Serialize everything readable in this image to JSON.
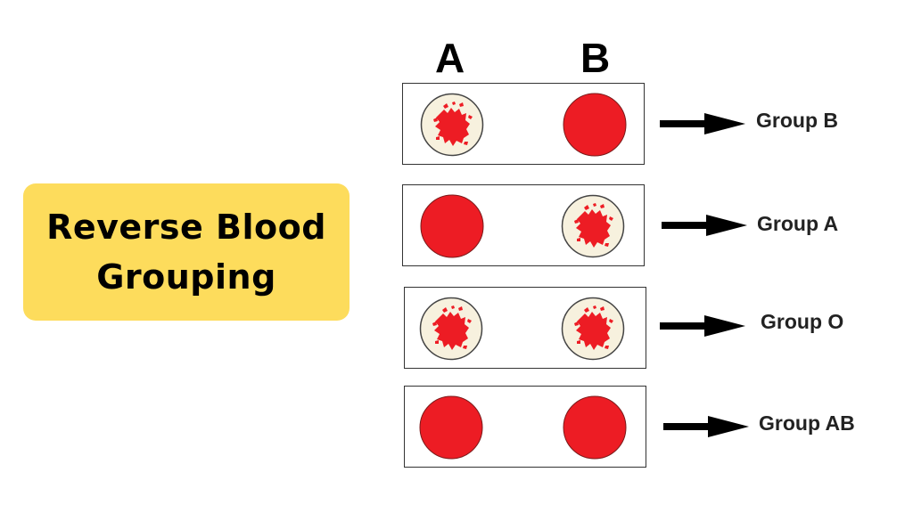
{
  "title": {
    "line1": "Reverse Blood",
    "line2": "Grouping",
    "background_color": "#fddc5c"
  },
  "columns": [
    "A",
    "B"
  ],
  "colors": {
    "blood_red": "#ed1c24",
    "agglutinated_background": "#f7f1de"
  },
  "rows": [
    {
      "result": "Group B",
      "spot_a": "agglutinated",
      "spot_b": "uniform"
    },
    {
      "result": "Group A",
      "spot_a": "uniform",
      "spot_b": "agglutinated"
    },
    {
      "result": "Group O",
      "spot_a": "agglutinated",
      "spot_b": "agglutinated"
    },
    {
      "result": "Group AB",
      "spot_a": "uniform",
      "spot_b": "uniform"
    }
  ]
}
